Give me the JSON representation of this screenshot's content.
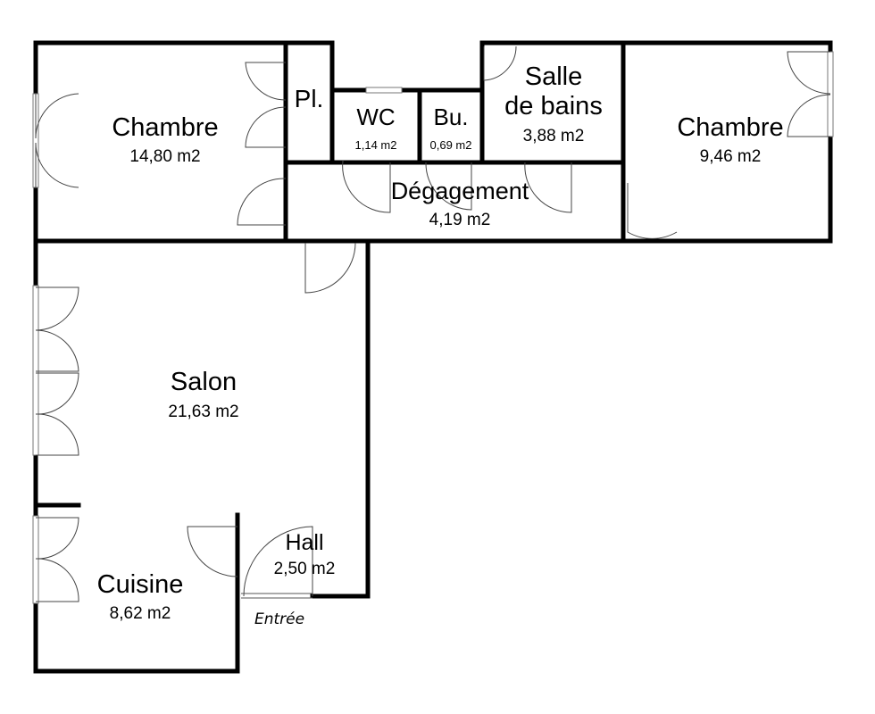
{
  "rooms": {
    "chambre1": {
      "name": "Chambre",
      "area": "14,80 m2"
    },
    "placard": {
      "name": "Pl."
    },
    "wc": {
      "name": "WC",
      "area": "1,14 m2"
    },
    "buanderie": {
      "name": "Bu.",
      "area": "0,69 m2"
    },
    "salle_de_bains": {
      "name_line1": "Salle",
      "name_line2": "de bains",
      "area": "3,88 m2"
    },
    "chambre2": {
      "name": "Chambre",
      "area": "9,46 m2"
    },
    "degagement": {
      "name": "Dégagement",
      "area": "4,19 m2"
    },
    "salon": {
      "name": "Salon",
      "area": "21,63 m2"
    },
    "hall": {
      "name": "Hall",
      "area": "2,50 m2"
    },
    "cuisine": {
      "name": "Cuisine",
      "area": "8,62 m2"
    }
  },
  "entrance_label": "Entrée"
}
